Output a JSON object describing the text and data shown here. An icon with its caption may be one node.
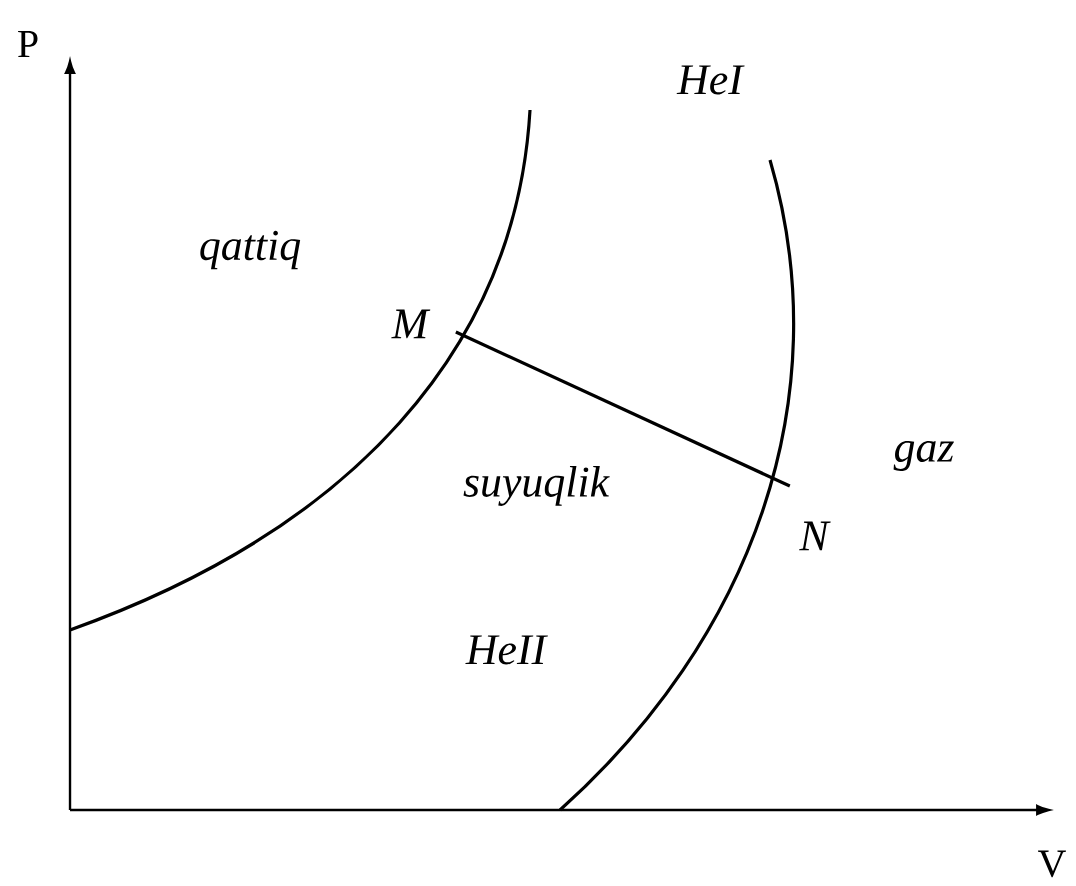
{
  "diagram": {
    "nodes": [
      {
        "text": [
          "M"
        ]
      },
      {
        "text": [
          "N"
        ]
      }
    ],
    "edges": [
      {
        "from": 0,
        "to": 1,
        "arrow": "none"
      }
    ],
    "labels": [
      "P",
      "HeI",
      "qattiq",
      "suyuqlik",
      "gaz",
      "HeII",
      "V"
    ]
  }
}
